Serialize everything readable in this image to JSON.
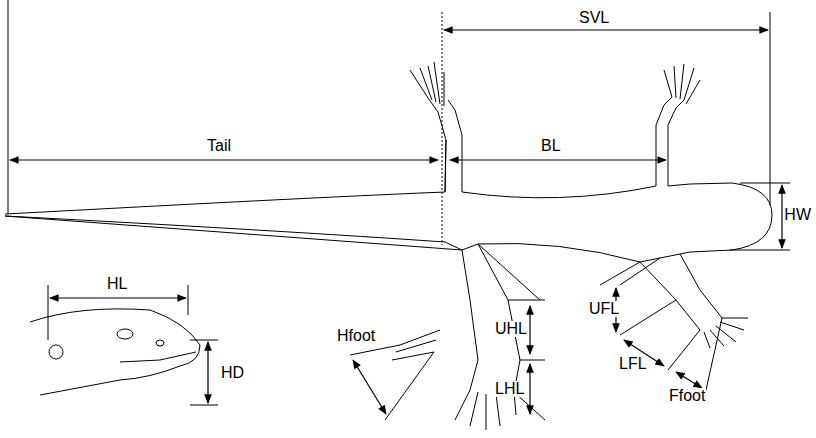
{
  "diagram": {
    "labels": [
      "SVL",
      "Tail",
      "BL",
      "HW",
      "UFL",
      "LFL",
      "Ffoot",
      "UHL",
      "LHL",
      "Hfoot",
      "HL",
      "HD"
    ]
  }
}
